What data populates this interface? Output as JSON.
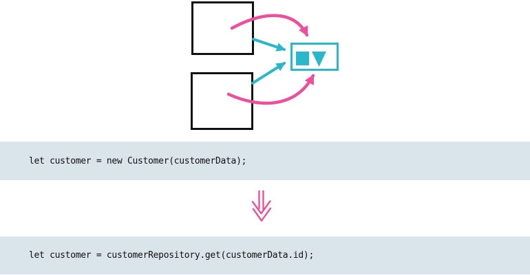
{
  "figure": {
    "code_before": "let customer = new Customer(customerData);",
    "code_after": "let customer = customerRepository.get(customerData.id);"
  },
  "diagram": {
    "source_boxes": [
      "top-box",
      "bottom-box"
    ],
    "component_icons": [
      "filled-square",
      "filled-triangle-down"
    ],
    "arrows": [
      "cyan-straight-arrow-top",
      "cyan-straight-arrow-bottom",
      "pink-curved-arrow-top",
      "pink-curved-arrow-bottom"
    ],
    "transform_icon": "double-down-arrow"
  },
  "colors": {
    "cyan": "#29b7cb",
    "pink": "#ee4f9a",
    "ink": "#111111",
    "code_bg": "#dae5eb"
  }
}
